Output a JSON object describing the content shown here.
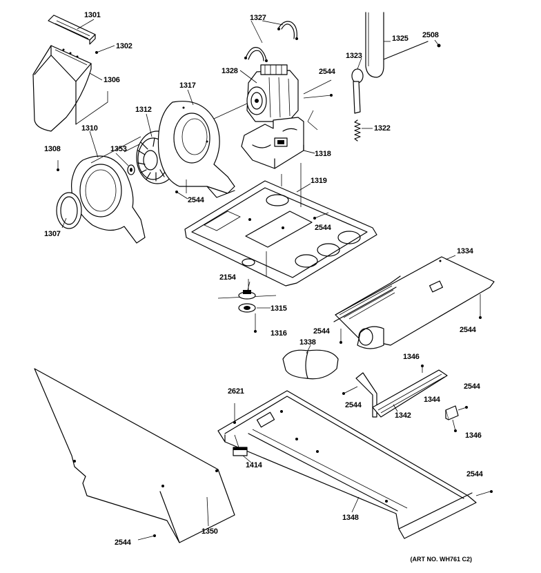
{
  "diagram": {
    "art_number": "(ART NO. WH761 C2)",
    "callouts": [
      {
        "id": "c1301",
        "text": "1301"
      },
      {
        "id": "c1302",
        "text": "1302"
      },
      {
        "id": "c1306",
        "text": "1306"
      },
      {
        "id": "c1327",
        "text": "1327"
      },
      {
        "id": "c1325",
        "text": "1325"
      },
      {
        "id": "c2508",
        "text": "2508"
      },
      {
        "id": "c1328",
        "text": "1328"
      },
      {
        "id": "c1323",
        "text": "1323"
      },
      {
        "id": "c2544a",
        "text": "2544"
      },
      {
        "id": "c1317",
        "text": "1317"
      },
      {
        "id": "c1312",
        "text": "1312"
      },
      {
        "id": "c1310",
        "text": "1310"
      },
      {
        "id": "c1322",
        "text": "1322"
      },
      {
        "id": "c1308",
        "text": "1308"
      },
      {
        "id": "c1353",
        "text": "1353"
      },
      {
        "id": "c1318",
        "text": "1318"
      },
      {
        "id": "c1319",
        "text": "1319"
      },
      {
        "id": "c2544b",
        "text": "2544"
      },
      {
        "id": "c2544c",
        "text": "2544"
      },
      {
        "id": "c1307",
        "text": "1307"
      },
      {
        "id": "c1334",
        "text": "1334"
      },
      {
        "id": "c2154",
        "text": "2154"
      },
      {
        "id": "c1315",
        "text": "1315"
      },
      {
        "id": "c1316",
        "text": "1316"
      },
      {
        "id": "c2544d",
        "text": "2544"
      },
      {
        "id": "c2544e",
        "text": "2544"
      },
      {
        "id": "c1338",
        "text": "1338"
      },
      {
        "id": "c1346a",
        "text": "1346"
      },
      {
        "id": "c2621",
        "text": "2621"
      },
      {
        "id": "c2544f",
        "text": "2544"
      },
      {
        "id": "c2544g",
        "text": "2544"
      },
      {
        "id": "c1344",
        "text": "1344"
      },
      {
        "id": "c1342",
        "text": "1342"
      },
      {
        "id": "c1346b",
        "text": "1346"
      },
      {
        "id": "c1414",
        "text": "1414"
      },
      {
        "id": "c2544h",
        "text": "2544"
      },
      {
        "id": "c1348",
        "text": "1348"
      },
      {
        "id": "c1350",
        "text": "1350"
      },
      {
        "id": "c2544i",
        "text": "2544"
      }
    ]
  }
}
